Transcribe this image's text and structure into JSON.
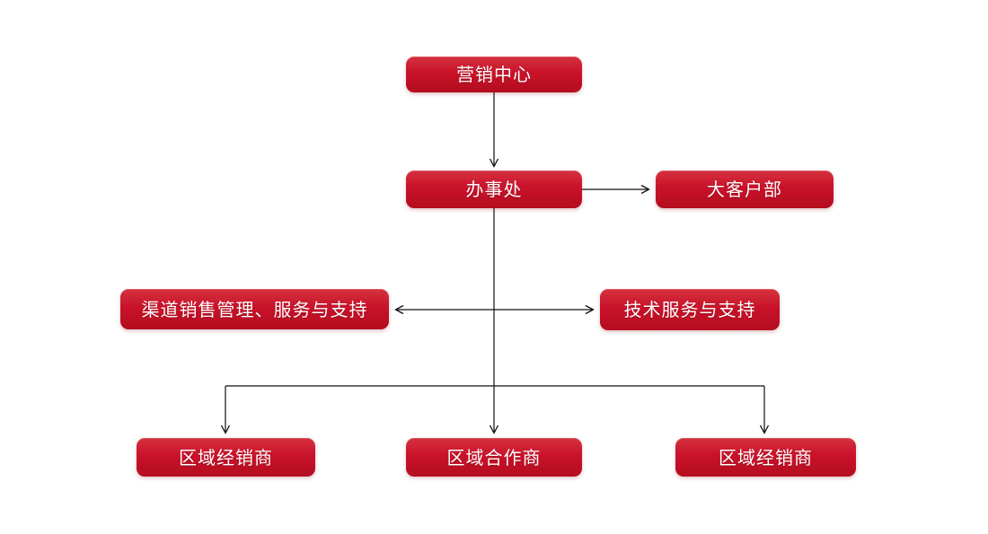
{
  "diagram": {
    "nodes": [
      {
        "id": "marketing-center",
        "label": "营销中心"
      },
      {
        "id": "office",
        "label": "办事处"
      },
      {
        "id": "key-account-dept",
        "label": "大客户部"
      },
      {
        "id": "channel-sales-service-support",
        "label": "渠道销售管理、服务与支持"
      },
      {
        "id": "technical-service-support",
        "label": "技术服务与支持"
      },
      {
        "id": "regional-distributor-left",
        "label": "区域经销商"
      },
      {
        "id": "regional-partner",
        "label": "区域合作商"
      },
      {
        "id": "regional-distributor-right",
        "label": "区域经销商"
      }
    ],
    "edges": [
      {
        "from": "营销中心",
        "to": "办事处",
        "type": "arrow-down"
      },
      {
        "from": "办事处",
        "to": "大客户部",
        "type": "arrow-right"
      },
      {
        "from": "渠道销售管理、服务与支持",
        "to": "技术服务与支持",
        "type": "double-arrow"
      },
      {
        "from": "办事处",
        "to": "区域经销商",
        "type": "arrow-down-branch-left"
      },
      {
        "from": "办事处",
        "to": "区域合作商",
        "type": "arrow-down-branch-middle"
      },
      {
        "from": "办事处",
        "to": "区域经销商",
        "type": "arrow-down-branch-right"
      }
    ],
    "colors": {
      "node_gradient_top": "#d5323f",
      "node_gradient_mid": "#c9122a",
      "node_gradient_bottom": "#b40d1e",
      "node_text": "#ffffff",
      "connector": "#111111",
      "background": "#ffffff"
    }
  }
}
